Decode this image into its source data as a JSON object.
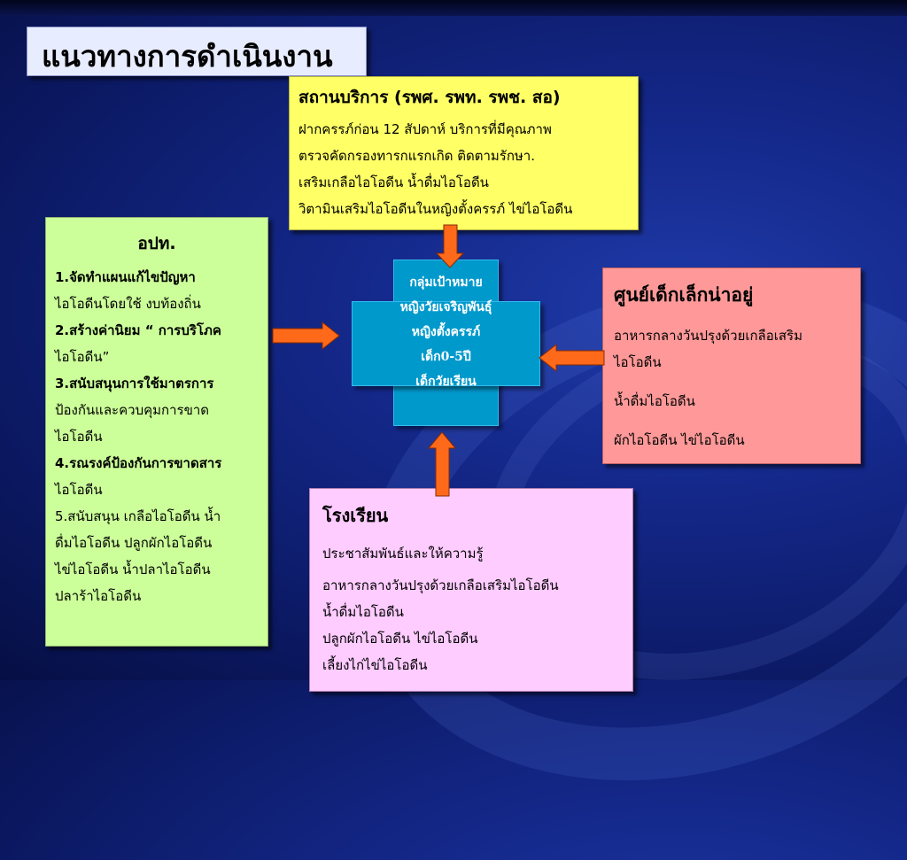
{
  "title": "แนวทางการดำเนินงาน",
  "service_box": {
    "heading": "สถานบริการ (รพศ. รพท. รพช. สอ)",
    "lines": [
      "ฝากครรภ์ก่อน 12 สัปดาห์ บริการที่มีคุณภาพ",
      "ตรวจคัดกรองทารกแรกเกิด ติดตามรักษา.",
      "เสริมเกลือไอโอดีน  น้ำดื่มไอโอดีน",
      "วิตามินเสริมไอโอดีนในหญิงตั้งครรภ์  ไข่ไอโอดีน"
    ]
  },
  "local_admin_box": {
    "heading": "อปท.",
    "lines": [
      "1.จัดทำแผนแก้ไขปัญหา",
      "ไอโอดีนโดยใช้  งบท้องถิ่น",
      "2.สร้างค่านิยม “ การบริโภค",
      "ไอโอดีน”",
      "3.สนับสนุนการใช้มาตรการ",
      " ป้องกันและควบคุมการขาด",
      "ไอโอดีน",
      "4.รณรงค์ป้องกันการขาดสาร",
      "ไอโอดีน",
      "5.สนับสนุน เกลือไอโอดีน น้ำ",
      "ดื่มไอโอดีน ปลูกผักไอโอดีน",
      "ไข่ไอโอดีน  น้ำปลาไอโอดีน",
      "ปลาร้าไอโอดีน"
    ]
  },
  "target_group": {
    "heading": "กลุ่มเป้าหมาย",
    "lines": [
      "หญิงวัยเจริญพันธุ์",
      "หญิงตั้งครรภ์",
      "เด็ก0-5ปี",
      "เด็กวัยเรียน"
    ]
  },
  "childcare_box": {
    "heading": "ศูนย์เด็กเล็กน่าอยู่",
    "lines": [
      "อาหารกลางวันปรุงด้วยเกลือเสริม",
      "ไอโอดีน",
      "น้ำดื่มไอโอดีน",
      "ผักไอโอดีน   ไข่ไอโอดีน"
    ]
  },
  "school_box": {
    "heading": "โรงเรียน",
    "lines": [
      " ประชาสัมพันธ์และให้ความรู้",
      " อาหารกลางวันปรุงด้วยเกลือเสริมไอโอดีน",
      "น้ำดื่มไอโอดีน",
      "ปลูกผักไอโอดีน   ไข่ไอโอดีน",
      " เลี้ยงไก่ไข่ไอโอดีน"
    ]
  },
  "colors": {
    "service": "#ffff66",
    "local_admin": "#ccff99",
    "target": "#0099cc",
    "childcare": "#ff9999",
    "school": "#ffccff",
    "arrow": "#ff6a1a"
  }
}
